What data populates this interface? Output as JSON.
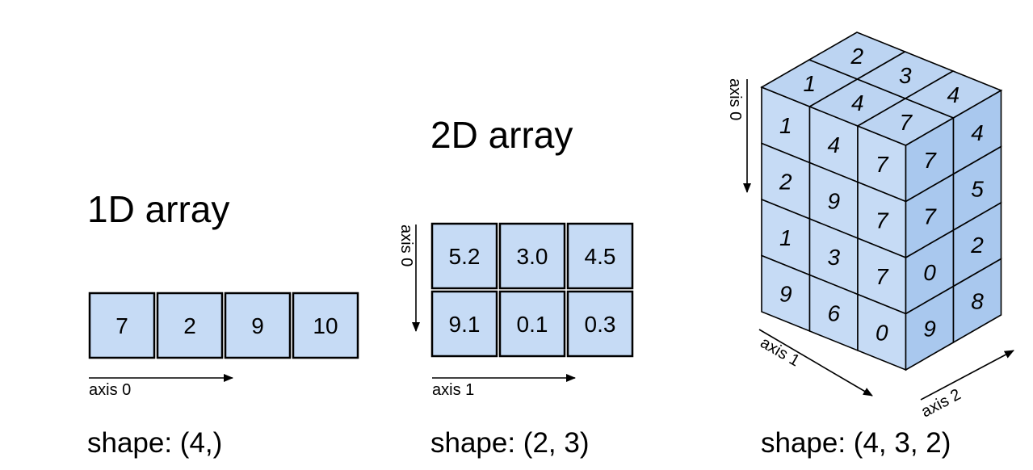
{
  "array_1d": {
    "title": "1D array",
    "values": [
      "7",
      "2",
      "9",
      "10"
    ],
    "axis_label": "axis 0",
    "shape": "shape: (4,)"
  },
  "array_2d": {
    "title": "2D array",
    "rows": [
      [
        "5.2",
        "3.0",
        "4.5"
      ],
      [
        "9.1",
        "0.1",
        "0.3"
      ]
    ],
    "axis0_label": "axis 0",
    "axis1_label": "axis 1",
    "shape": "shape: (2, 3)"
  },
  "array_3d": {
    "front": [
      [
        "1",
        "4",
        "7"
      ],
      [
        "2",
        "9",
        "7"
      ],
      [
        "1",
        "3",
        "7"
      ],
      [
        "9",
        "6",
        "0"
      ]
    ],
    "top_back": [
      "1",
      "2"
    ],
    "top_mid": [
      "4",
      "3"
    ],
    "top_front": [
      "7",
      "4"
    ],
    "side": [
      [
        "7",
        "4"
      ],
      [
        "7",
        "5"
      ],
      [
        "0",
        "2"
      ],
      [
        "9",
        "8"
      ]
    ],
    "front_bottom_extra": "9",
    "axis0_label": "axis 0",
    "axis1_label": "axis 1",
    "axis2_label": "axis 2",
    "shape": "shape: (4, 3, 2)"
  },
  "colors": {
    "cell_fill": "#c6dbf5",
    "top_fill": "#bcd4f2",
    "side_fill": "#a9c8ee",
    "stroke": "#000000"
  }
}
